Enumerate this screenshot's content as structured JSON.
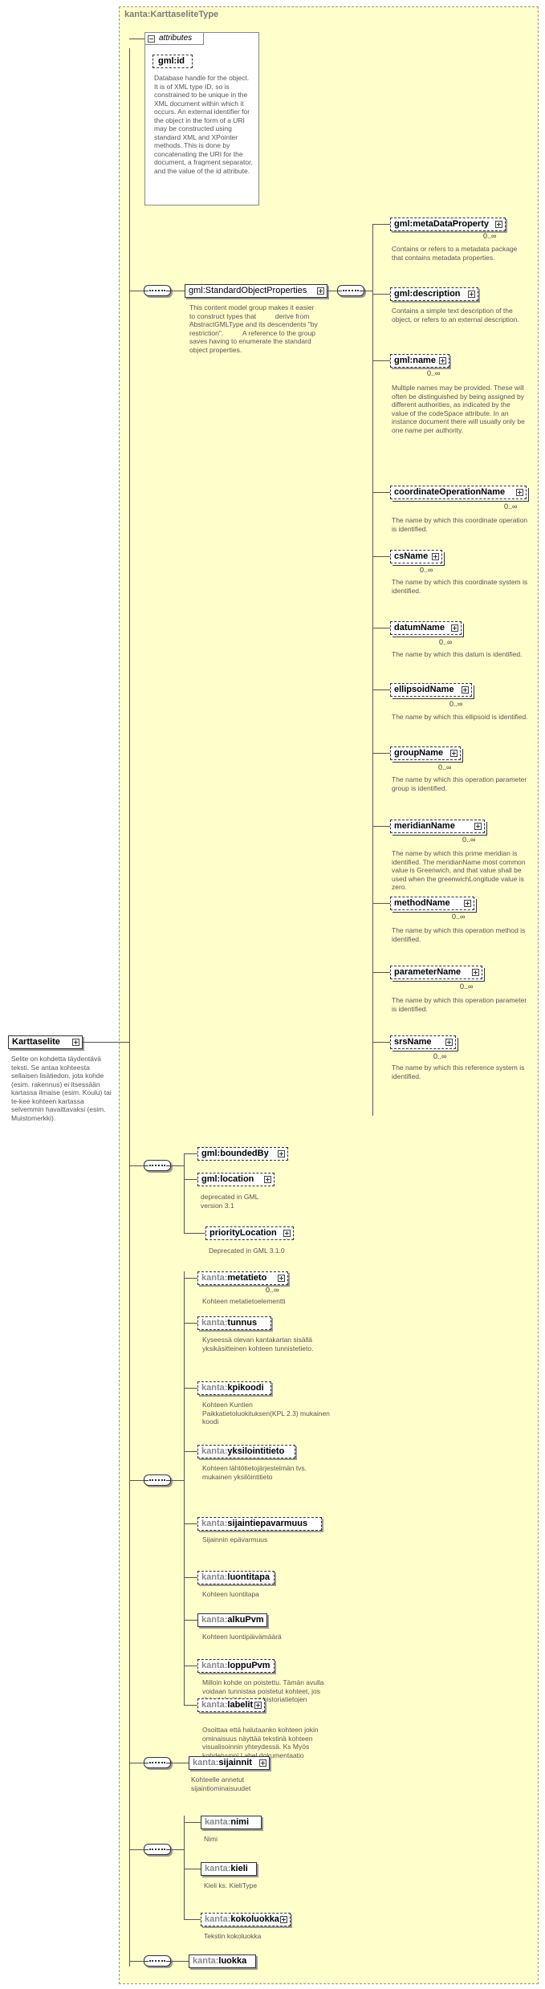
{
  "type_name": "kanta:KarttaseliteType",
  "root": {
    "label": "Karttaselite",
    "description": "Selite on kohdetta täydentävä teksti. Se antaa kohteesta sellaisen lisätiedon, jota kohde (esim. rakennus) ei itsessään kartassa ilmaise (esim. Koulu) tai te-kee kohteen kartassa selvemmin havaittavaksi (esim. Muistomerkki)."
  },
  "attributes": {
    "header": "attributes",
    "id_label": "gml:id",
    "id_description": "Database handle for the object.  It is of XML type ID, so is constrained to be unique in the XML document within which it occurs.  An external identifier for the object in the form of a URI may be constructed using standard XML and XPointer methods.  This is done by concatenating the URI for the document, a fragment separator, and the value of the id attribute."
  },
  "group": {
    "label": "gml:StandardObjectProperties",
    "description": "This content model group makes it easier to construct types that          derive from AbstractGMLType and its descendents \"by restriction\".          A reference to the group saves having to enumerate the standard object properties."
  },
  "std_elements": [
    {
      "label": "gml:metaDataProperty",
      "occ": "0..∞",
      "desc": "Contains or refers to a metadata package that contains metadata properties."
    },
    {
      "label": "gml:description",
      "occ": "",
      "desc": "Contains a simple text description of the object, or refers to an external description."
    },
    {
      "label": "gml:name",
      "occ": "0..∞",
      "desc": "Multiple names may be provided.  These will often be distinguished by being assigned by different authorities, as indicated by the value of the codeSpace attribute.  In an instance document there will usually only be one name per authority."
    },
    {
      "label": "coordinateOperationName",
      "occ": "0..∞",
      "desc": "The name by which this coordinate operation is identified."
    },
    {
      "label": "csName",
      "occ": "0..∞",
      "desc": "The name by which this coordinate system is identified."
    },
    {
      "label": "datumName",
      "occ": "0..∞",
      "desc": "The name by which this datum is identified."
    },
    {
      "label": "ellipsoidName",
      "occ": "0..∞",
      "desc": "The name by which this ellipsoid is identified."
    },
    {
      "label": "groupName",
      "occ": "0..∞",
      "desc": "The name by which this operation parameter group is identified."
    },
    {
      "label": "meridianName",
      "occ": "0..∞",
      "desc": "The name by which this prime meridian is identified. The meridianName most common value is Greenwich, and that value shall be used when the greenwichLongitude value is zero."
    },
    {
      "label": "methodName",
      "occ": "0..∞",
      "desc": "The name by which this operation method is identified."
    },
    {
      "label": "parameterName",
      "occ": "0..∞",
      "desc": "The name by which this operation parameter is identified."
    },
    {
      "label": "srsName",
      "occ": "0..∞",
      "desc": "The name by which this reference system is identified."
    }
  ],
  "bounded_by": {
    "label": "gml:boundedBy"
  },
  "location": {
    "label": "gml:location",
    "desc": "deprecated in GML version 3.1"
  },
  "priority_location": {
    "label": "priorityLocation",
    "desc": "Deprecated in GML 3.1.0"
  },
  "kanta_prefix": "kanta:",
  "kanta_elements": [
    {
      "name": "metatieto",
      "occ": "0..∞",
      "desc": "Kohteen metatietoelementti"
    },
    {
      "name": "tunnus",
      "occ": "",
      "desc": "Kyseessä olevan kantakartan sisällä yksikäsitteinen kohteen tunnistetieto."
    },
    {
      "name": "kpikoodi",
      "occ": "",
      "desc": "Kohteen Kuntien Paikkatietoluokituksen(KPL 2.3) mukainen koodi"
    },
    {
      "name": "yksilointitieto",
      "occ": "",
      "desc": "Kohteen lähtötietojärjestelmän  tvs. mukainen yksilöintitieto"
    },
    {
      "name": "sijaintiepavarmuus",
      "occ": "",
      "desc": "Sijainnin epävarmuus"
    },
    {
      "name": "luontitapa",
      "occ": "",
      "desc": "Kohteen luontitapa"
    },
    {
      "name": "alkuPvm",
      "occ": "",
      "desc": "Kohteen luontipäivämäärä"
    },
    {
      "name": "loppuPvm",
      "occ": "",
      "desc": "Milloin kohde on poistettu. Tämän avulla voidaan tunnistaa poistetut kohteet, jos järjestelmät tukevat historiatietojen tallentamista"
    },
    {
      "name": "labelit",
      "occ": "",
      "desc": "Osoittaa että halutaanko kohteen jokin ominaisuus näyttää tekstinä kohteen visualisoinnin yhteydessä.  Ks Myös kohdetyyppi Label dokumentaatio"
    }
  ],
  "sijainnit": {
    "name": "sijainnit",
    "desc": "Kohteelle annetut sijaintiominaisuudet"
  },
  "choice_elements": [
    {
      "name": "nimi",
      "desc": "Nimi"
    },
    {
      "name": "kieli",
      "desc": "Kieli ks. KieliType"
    },
    {
      "name": "kokoluokka",
      "desc": "Tekstin kokoluokka"
    }
  ],
  "luokka": {
    "name": "luokka"
  }
}
